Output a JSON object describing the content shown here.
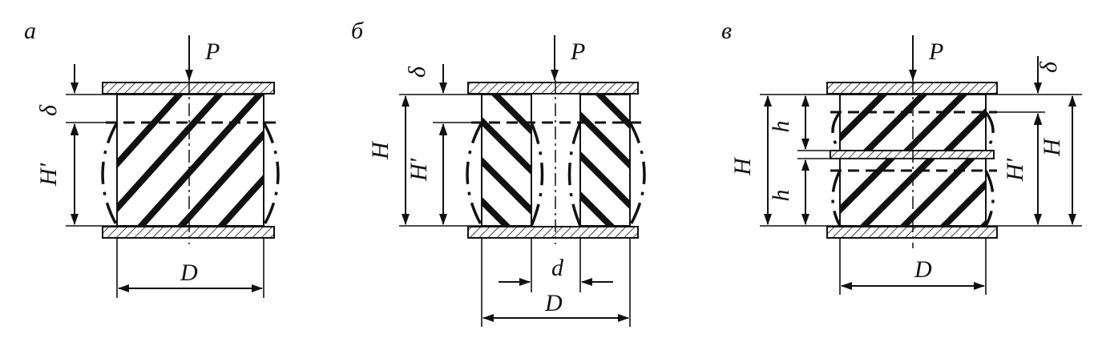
{
  "panels": [
    {
      "label": "а",
      "load": "P",
      "delta": "δ",
      "h_prime": "H'",
      "diameter": "D"
    },
    {
      "label": "б",
      "load": "P",
      "delta": "δ",
      "height": "H",
      "h_prime": "H'",
      "inner_diameter": "d",
      "diameter": "D"
    },
    {
      "label": "в",
      "load": "P",
      "delta": "δ",
      "height_left": "H",
      "layer_top": "h",
      "layer_bottom": "h",
      "h_prime": "H'",
      "height_right": "H",
      "diameter": "D"
    }
  ]
}
